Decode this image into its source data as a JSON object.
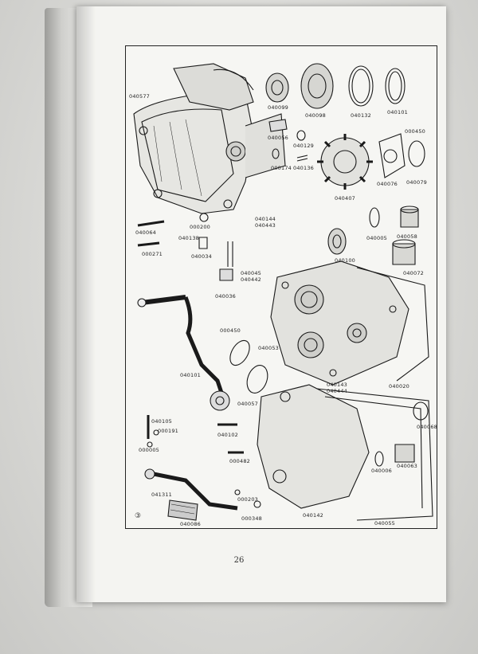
{
  "page": {
    "number": "26",
    "circled_mark": "③"
  },
  "labels": {
    "l040577": "040577",
    "l040099": "040099",
    "l040098": "040098",
    "l040132": "040132",
    "l040101": "040101",
    "l040056": "040056",
    "l040129": "040129",
    "l000174": "000174",
    "l040136": "040136",
    "l000450a": "000450",
    "l040076": "040076",
    "l040079": "040079",
    "l040407": "040407",
    "l000200": "000200",
    "l040144": "040144",
    "l040443": "040443",
    "l040064": "040064",
    "l040138": "040138",
    "l000271": "000271",
    "l040034": "040034",
    "l040005": "040005",
    "l040058": "040058",
    "l040100": "040100",
    "l040072": "040072",
    "l040045": "040045",
    "l040442": "040442",
    "l040036": "040036",
    "l000450b": "000450",
    "l040053": "040053",
    "l040101b": "040101",
    "l040143": "040143",
    "l040444": "040444",
    "l040020": "040020",
    "l040057": "040057",
    "l040105": "040105",
    "l000191": "000191",
    "l040102": "040102",
    "l000005": "000005",
    "l000482": "000482",
    "l040068": "040068",
    "l040006": "040006",
    "l040063": "040063",
    "l041311": "041311",
    "l000203": "000203",
    "l000348": "000348",
    "l040086": "040086",
    "l040142": "040142",
    "l040055": "040055"
  }
}
